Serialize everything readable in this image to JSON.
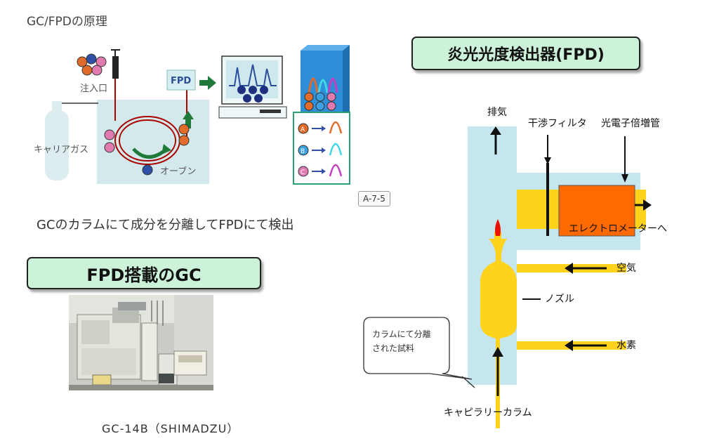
{
  "page_title": "GC/FPDの原理",
  "left_diagram": {
    "injection_label": "注入口",
    "carrier_gas_label": "キャリアガス",
    "oven_label": "オーブン",
    "detector_label": "FPD",
    "molecule_a": "A",
    "molecule_b": "B",
    "molecule_c": "C"
  },
  "tag_label": "A-7-5",
  "caption": "GCのカラムにて成分を分離してFPDにて検出",
  "gc_header": "FPD搭載のGC",
  "model_caption": "GC-14B（SHIMADZU）",
  "fpd_header": "炎光光度検出器(FPD)",
  "fpd_diagram": {
    "exhaust_label": "排気",
    "filter_label": "干渉フィルタ",
    "pmt_label": "光電子倍増管",
    "electrometer_label": "エレクトロメーターへ",
    "air_label": "空気",
    "nozzle_label": "ノズル",
    "hydrogen_label": "水素",
    "column_label": "キャピラリーカラム",
    "sample_callout": [
      "カラムにて分離",
      "された試料"
    ]
  },
  "colors": {
    "green_box": "#ccf3d9",
    "light_blue": "#c5e6ee",
    "yellow": "#ffd21e",
    "orange": "#ff6a00",
    "flame": "#ee1100"
  }
}
